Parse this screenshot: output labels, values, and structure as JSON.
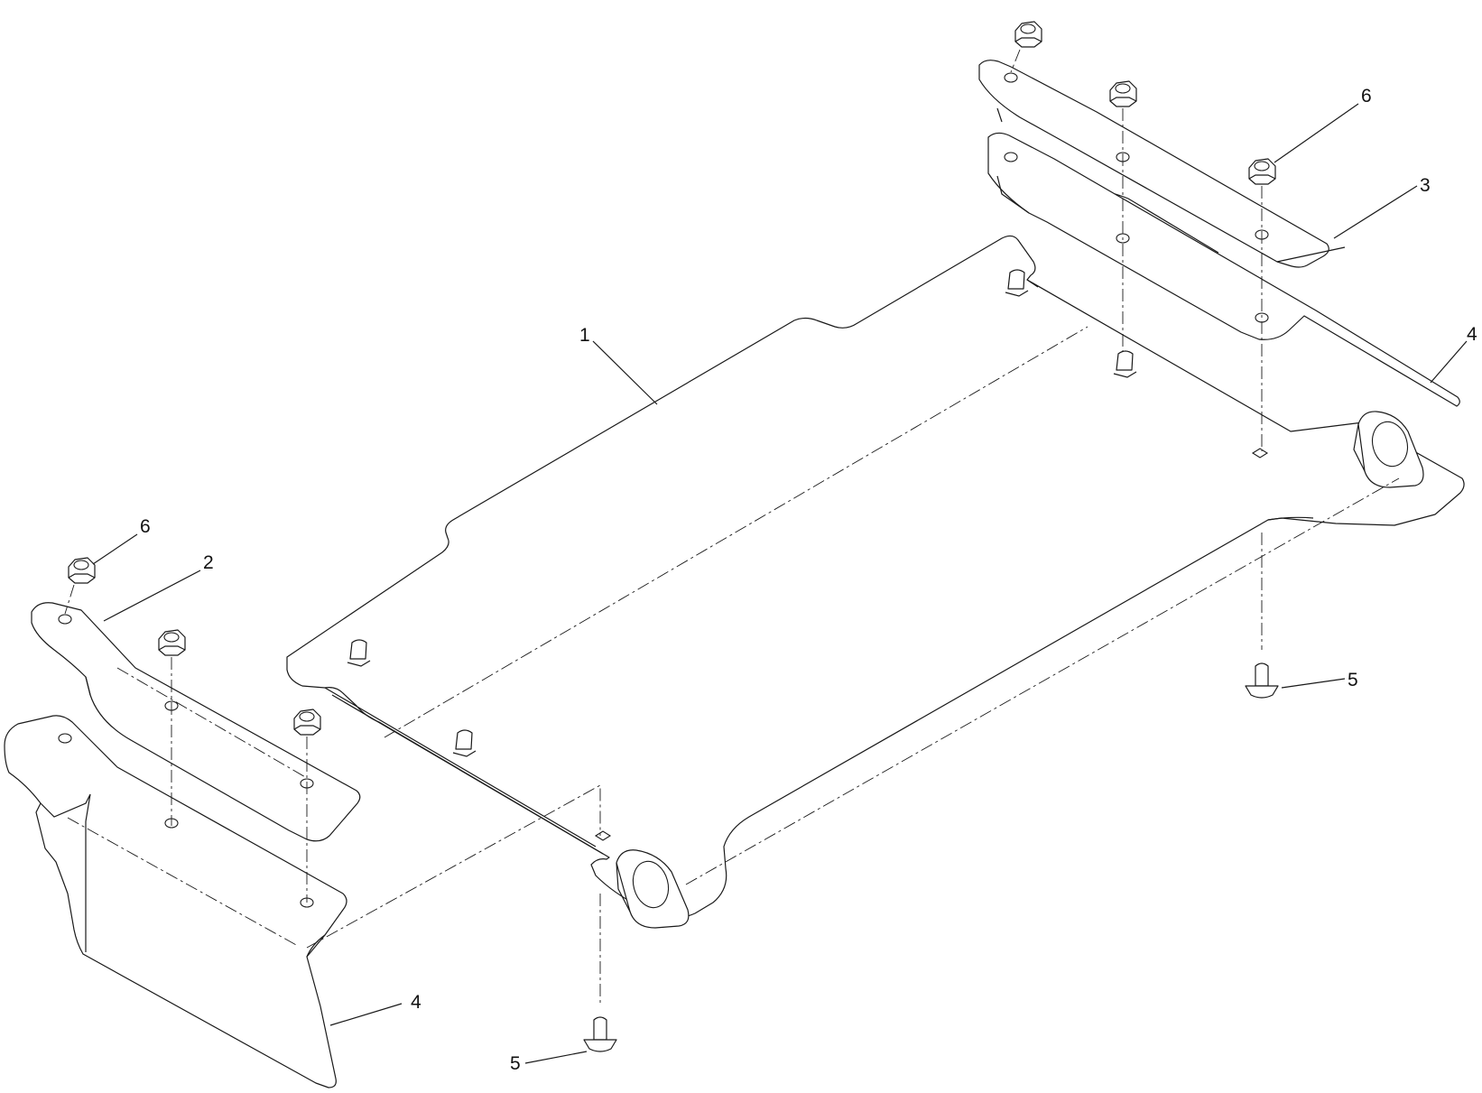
{
  "callouts": [
    {
      "id": "main-plate",
      "text": "1"
    },
    {
      "id": "left-bracket",
      "text": "2"
    },
    {
      "id": "right-bracket",
      "text": "3"
    },
    {
      "id": "right-shield",
      "text": "4"
    },
    {
      "id": "left-shield",
      "text": "4"
    },
    {
      "id": "right-bolt",
      "text": "5"
    },
    {
      "id": "left-bolt",
      "text": "5"
    },
    {
      "id": "right-nut",
      "text": "6"
    },
    {
      "id": "left-nut",
      "text": "6"
    }
  ]
}
